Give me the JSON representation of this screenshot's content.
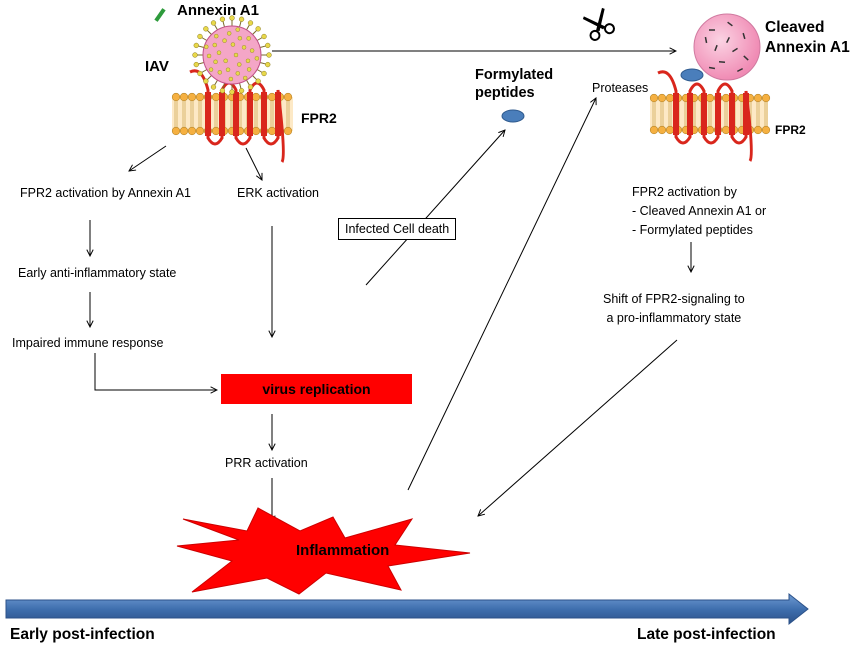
{
  "labels": {
    "annexin_a1": "Annexin A1",
    "iav": "IAV",
    "fpr2_left": "FPR2",
    "fpr2_right": "FPR2",
    "formylated_peptides_line1": "Formylated",
    "formylated_peptides_line2": "peptides",
    "proteases": "Proteases",
    "cleaved_line1": "Cleaved",
    "cleaved_line2": "Annexin A1"
  },
  "left_flow": {
    "activation_annexin": "FPR2 activation by Annexin A1",
    "erk_activation": "ERK  activation",
    "early_anti_inflammatory": "Early anti-inflammatory state",
    "impaired_immune": "Impaired immune response",
    "virus_replication": "virus replication",
    "prr_activation": "PRR activation",
    "inflammation": "Inflammation",
    "infected_cell_death": "Infected Cell death"
  },
  "right_flow": {
    "activation_by": "FPR2 activation by",
    "option1": "-   Cleaved Annexin A1 or",
    "option2": "-   Formylated peptides",
    "shift_line1": "Shift of FPR2-signaling to",
    "shift_line2": "a pro-inflammatory state"
  },
  "timeline": {
    "early": "Early post-infection",
    "late": "Late post-infection"
  },
  "colors": {
    "membrane_head": "#f5b041",
    "receptor": "#d9261c",
    "virus_pink": "#f4a6c7",
    "oval_blue": "#4a7ebb",
    "virus_replication": "#ff0000",
    "inflammation": "#ff0000",
    "timeline_blue": "#3f6fae",
    "annexin_green": "#2e9b3c"
  },
  "icons": {
    "scissors": "scissors-icon"
  }
}
